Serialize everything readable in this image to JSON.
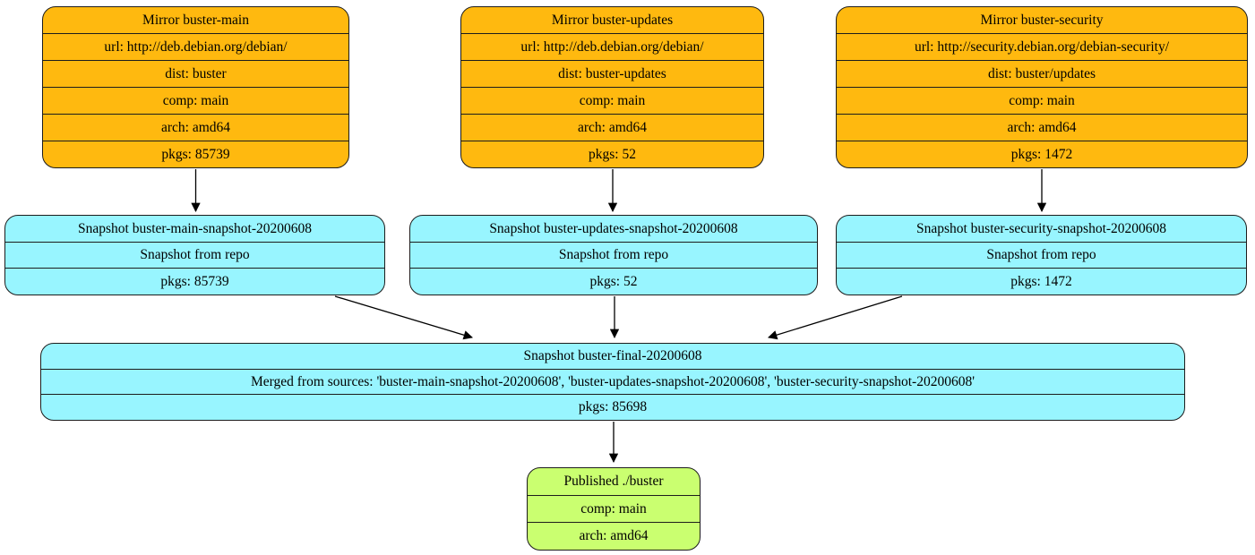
{
  "colors": {
    "background": "#ffffff",
    "mirror_fill": "#ffb90f",
    "snapshot_fill": "#98f5ff",
    "published_fill": "#caff70",
    "node_border": "#1c1c1c",
    "edge": "#000000"
  },
  "mirrors": [
    {
      "title": "Mirror buster-main",
      "rows": [
        "url: http://deb.debian.org/debian/",
        "dist: buster",
        "comp: main",
        "arch: amd64",
        "pkgs: 85739"
      ]
    },
    {
      "title": "Mirror buster-updates",
      "rows": [
        "url: http://deb.debian.org/debian/",
        "dist: buster-updates",
        "comp: main",
        "arch: amd64",
        "pkgs: 52"
      ]
    },
    {
      "title": "Mirror buster-security",
      "rows": [
        "url: http://security.debian.org/debian-security/",
        "dist: buster/updates",
        "comp: main",
        "arch: amd64",
        "pkgs: 1472"
      ]
    }
  ],
  "snapshots": [
    {
      "title": "Snapshot buster-main-snapshot-20200608",
      "rows": [
        "Snapshot from repo",
        "pkgs: 85739"
      ]
    },
    {
      "title": "Snapshot buster-updates-snapshot-20200608",
      "rows": [
        "Snapshot from repo",
        "pkgs: 52"
      ]
    },
    {
      "title": "Snapshot buster-security-snapshot-20200608",
      "rows": [
        "Snapshot from repo",
        "pkgs: 1472"
      ]
    }
  ],
  "merged": {
    "title": "Snapshot buster-final-20200608",
    "rows": [
      "Merged from sources: 'buster-main-snapshot-20200608', 'buster-updates-snapshot-20200608', 'buster-security-snapshot-20200608'",
      "pkgs: 85698"
    ]
  },
  "published": {
    "title": "Published ./buster",
    "rows": [
      "comp: main",
      "arch: amd64"
    ]
  }
}
